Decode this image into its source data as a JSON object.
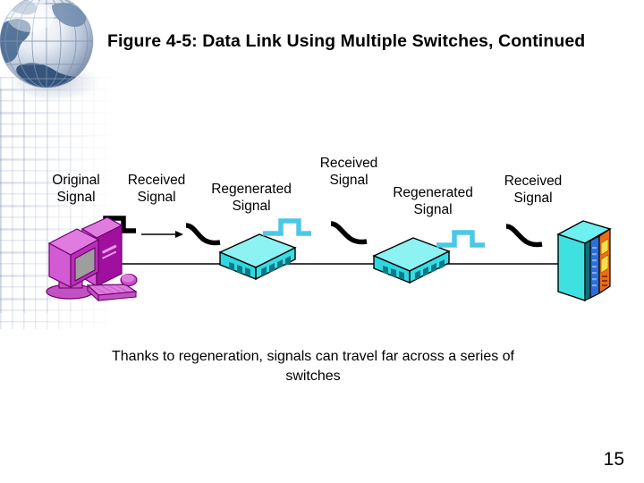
{
  "slide": {
    "title": "Figure 4-5: Data Link Using Multiple Switches, Continued",
    "caption": "Thanks to regeneration, signals can travel far across a series of switches",
    "page_number": "15"
  },
  "labels": [
    {
      "id": "original-signal",
      "line1": "Original",
      "line2": "Signal"
    },
    {
      "id": "received-signal-1",
      "line1": "Received",
      "line2": "Signal"
    },
    {
      "id": "regenerated-signal-1",
      "line1": "Regenerated",
      "line2": "Signal"
    },
    {
      "id": "received-signal-2",
      "line1": "Received",
      "line2": "Signal"
    },
    {
      "id": "regenerated-signal-2",
      "line1": "Regenerated",
      "line2": "Signal"
    },
    {
      "id": "received-signal-3",
      "line1": "Received",
      "line2": "Signal"
    }
  ],
  "devices": [
    {
      "id": "workstation-pc",
      "type": "computer",
      "label": ""
    },
    {
      "id": "switch-1",
      "type": "switch",
      "label": ""
    },
    {
      "id": "switch-2",
      "type": "switch",
      "label": ""
    },
    {
      "id": "server-rack",
      "type": "server",
      "label": ""
    }
  ],
  "waveforms": [
    {
      "id": "waveform-original",
      "style": "square",
      "color": "#000000"
    },
    {
      "id": "waveform-degraded-1",
      "style": "curve",
      "color": "#000000"
    },
    {
      "id": "waveform-regenerated-1",
      "style": "square",
      "color": "#4BC8E8"
    },
    {
      "id": "waveform-degraded-2",
      "style": "curve",
      "color": "#000000"
    },
    {
      "id": "waveform-regenerated-2",
      "style": "square",
      "color": "#4BC8E8"
    },
    {
      "id": "waveform-degraded-3",
      "style": "curve",
      "color": "#000000"
    }
  ],
  "colors": {
    "signal_clean": "#000000",
    "signal_regenerated": "#4BC8E8",
    "switch_body": "#4FE8E8",
    "switch_top": "#8CF2F2",
    "pc_body": "#CC55CC",
    "pc_dark": "#A020A0",
    "server_front": "#3FE0E0",
    "server_side_blue": "#2C6FD8",
    "server_side_orange": "#F06A18",
    "server_accent_yellow": "#F5E04A",
    "link_line": "#000000",
    "text": "#000000"
  }
}
